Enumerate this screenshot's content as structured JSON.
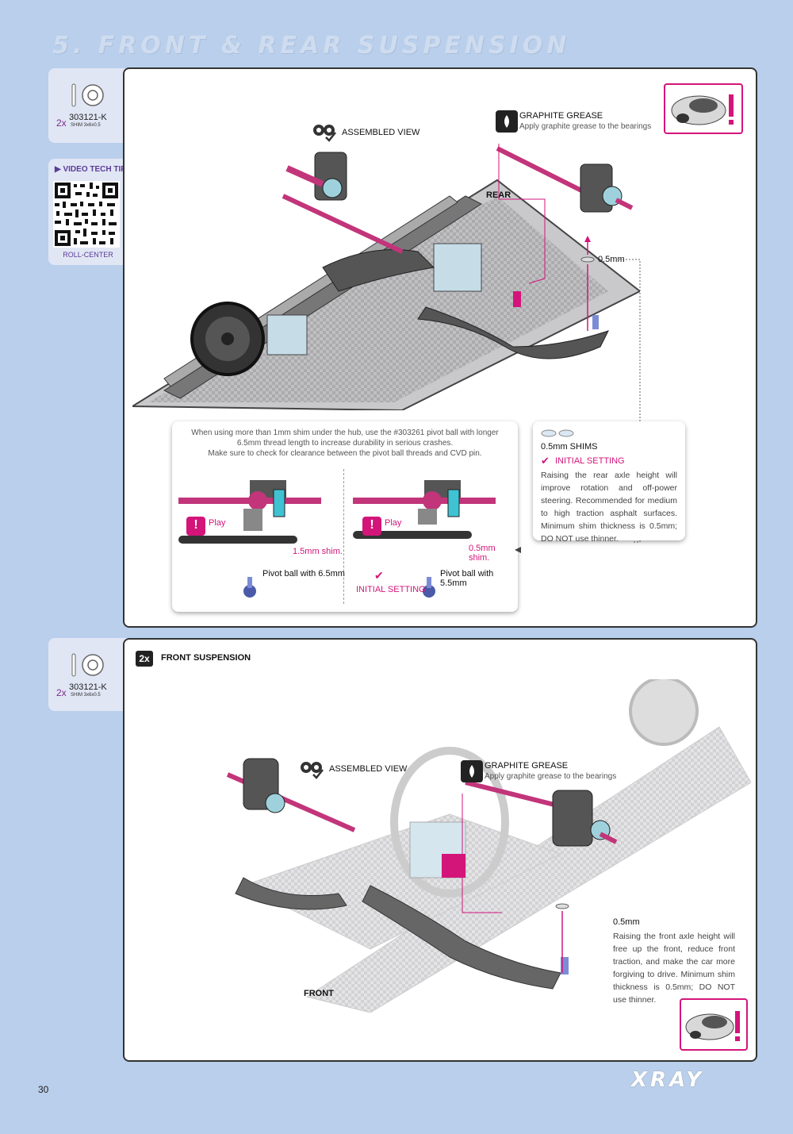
{
  "page": {
    "title": "5. FRONT & REAR SUSPENSION",
    "page_number": "30",
    "brand": "XRAY"
  },
  "rear": {
    "part": {
      "qty": "2x",
      "code": "303121-K",
      "name": "SHIM 3x6x0.5"
    },
    "video": {
      "label": "VIDEO TECH TIP",
      "caption": "ROLL-CENTER"
    },
    "assembled_view": "ASSEMBLED VIEW",
    "grease_title": "GRAPHITE GREASE",
    "grease_text": "Apply graphite grease to the bearings",
    "rear_label": "REAR",
    "shim_label": "0.5mm",
    "warning_text": "When using more than 1mm shim under the hub, use the #303261 pivot ball with longer 6.5mm thread length to increase durability in serious crashes.\nMake sure to check for clearance between the pivot ball threads and CVD pin.",
    "left_detail": {
      "play": "Play",
      "shim": "1.5mm shim.",
      "pivot": "Pivot ball with 6.5mm"
    },
    "right_detail": {
      "play": "Play",
      "shim": "0.5mm shim.",
      "pivot": "Pivot ball with 5.5mm",
      "initial": "INITIAL SETTING"
    },
    "shims_box": {
      "title": "0.5mm SHIMS",
      "initial": "INITIAL SETTING",
      "text": "Raising the rear axle height will improve rotation and off-power steering. Recommended for medium to high traction asphalt surfaces. Minimum shim thickness is 0.5mm; DO NOT use thinner."
    }
  },
  "front": {
    "part": {
      "qty": "2x",
      "code": "303121-K",
      "name": "SHIM 3x6x0.5"
    },
    "step_qty": "2x",
    "step_title": "FRONT SUSPENSION",
    "assembled_view": "ASSEMBLED VIEW",
    "grease_title": "GRAPHITE GREASE",
    "grease_text": "Apply graphite grease to the bearings",
    "front_label": "FRONT",
    "shim_label": "0.5mm",
    "shim_text": "Raising the front axle height will free up the front, reduce front traction, and make the car more forgiving to drive. Minimum shim thickness is 0.5mm; DO NOT use thinner."
  },
  "colors": {
    "accent": "#d3157a",
    "background": "#b9cfeb",
    "tab": "#e1e6f5"
  }
}
